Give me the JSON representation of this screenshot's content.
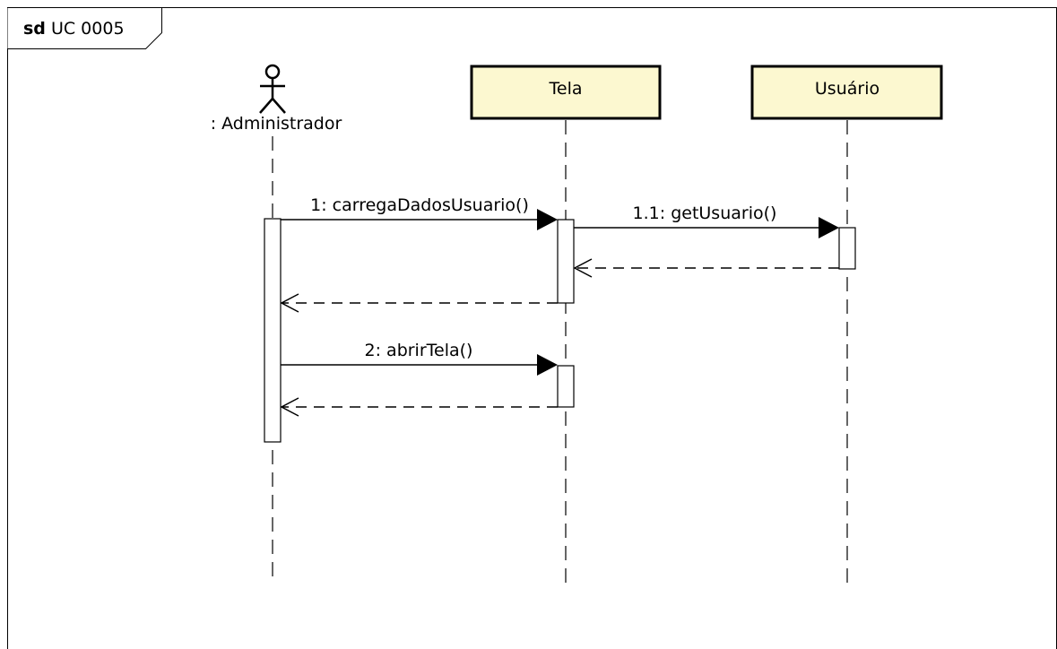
{
  "frame": {
    "kind": "sd",
    "name": "UC 0005"
  },
  "lifelines": [
    {
      "id": "admin",
      "name": ": Administrador",
      "type": "actor"
    },
    {
      "id": "tela",
      "name": "Tela",
      "type": "object"
    },
    {
      "id": "usuario",
      "name": "Usuário",
      "type": "object"
    }
  ],
  "messages": [
    {
      "label": "1: carregaDadosUsuario()",
      "from": "admin",
      "to": "tela",
      "kind": "call"
    },
    {
      "label": "1.1: getUsuario()",
      "from": "tela",
      "to": "usuario",
      "kind": "call"
    },
    {
      "label": "",
      "from": "usuario",
      "to": "tela",
      "kind": "return"
    },
    {
      "label": "",
      "from": "tela",
      "to": "admin",
      "kind": "return"
    },
    {
      "label": "2: abrirTela()",
      "from": "admin",
      "to": "tela",
      "kind": "call"
    },
    {
      "label": "",
      "from": "tela",
      "to": "admin",
      "kind": "return"
    }
  ],
  "colors": {
    "object_fill": "#fcf8d0",
    "line": "#000000"
  }
}
